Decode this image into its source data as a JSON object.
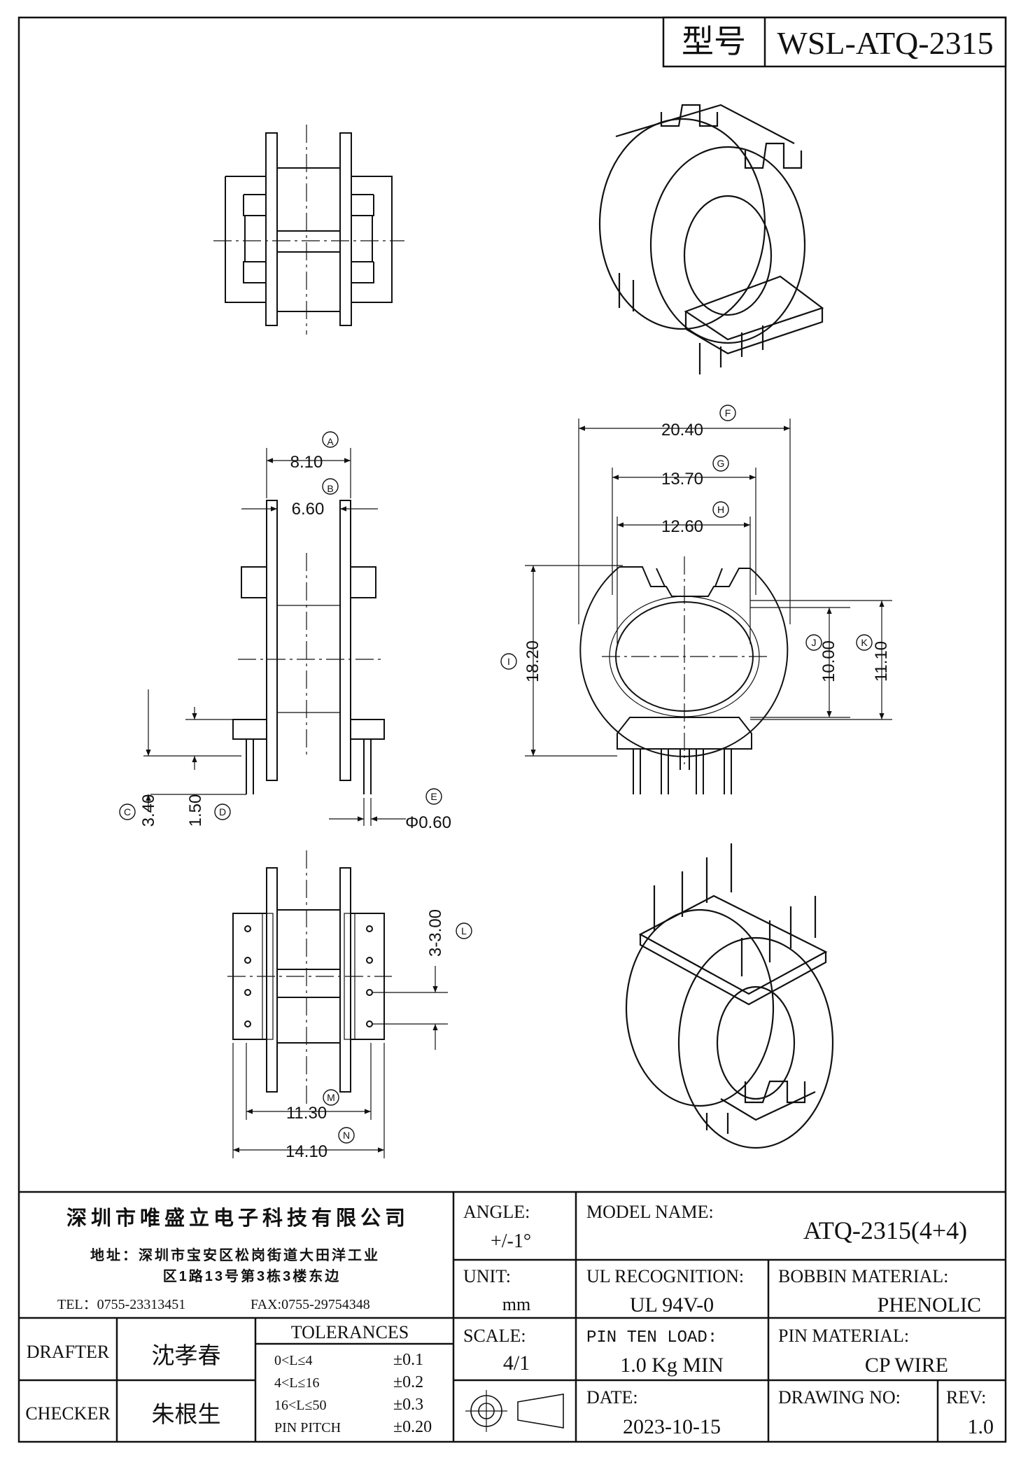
{
  "header": {
    "model_label": "型号",
    "model_value": "WSL-ATQ-2315"
  },
  "dims": {
    "A": {
      "letter": "A",
      "value": "8.10"
    },
    "B": {
      "letter": "B",
      "value": "6.60"
    },
    "C": {
      "letter": "C",
      "value": "3.40"
    },
    "D": {
      "letter": "D",
      "value": "1.50"
    },
    "E": {
      "letter": "E",
      "value": "Φ0.60"
    },
    "F": {
      "letter": "F",
      "value": "20.40"
    },
    "G": {
      "letter": "G",
      "value": "13.70"
    },
    "H": {
      "letter": "H",
      "value": "12.60"
    },
    "I": {
      "letter": "I",
      "value": "18.20"
    },
    "J": {
      "letter": "J",
      "value": "10.00"
    },
    "K": {
      "letter": "K",
      "value": "11.10"
    },
    "L": {
      "letter": "L",
      "value": "3-3.00"
    },
    "M": {
      "letter": "M",
      "value": "11.30"
    },
    "N": {
      "letter": "N",
      "value": "14.10"
    }
  },
  "company": {
    "name": "深圳市唯盛立电子科技有限公司",
    "address_line1": "地址：深圳市宝安区松岗街道大田洋工业",
    "address_line2": "区1路13号第3栋3楼东边",
    "tel": "TEL：0755-23313451",
    "fax": "FAX:0755-29754348"
  },
  "staff": {
    "drafter_label": "DRAFTER",
    "drafter_name": "沈孝春",
    "checker_label": "CHECKER",
    "checker_name": "朱根生"
  },
  "tolerances": {
    "title": "TOLERANCES",
    "rows": [
      {
        "range": "0<L≤4",
        "value": "±0.1"
      },
      {
        "range": "4<L≤16",
        "value": "±0.2"
      },
      {
        "range": "16<L≤50",
        "value": "±0.3"
      },
      {
        "range": "PIN PITCH",
        "value": "±0.20"
      }
    ]
  },
  "specs": {
    "angle_label": "ANGLE:",
    "angle_value": "+/-1°",
    "unit_label": "UNIT:",
    "unit_value": "mm",
    "scale_label": "SCALE:",
    "scale_value": "4/1",
    "model_name_label": "MODEL NAME:",
    "model_name_value": "ATQ-2315(4+4)",
    "ul_label": "UL RECOGNITION:",
    "ul_value": "UL 94V-0",
    "bobbin_label": "BOBBIN MATERIAL:",
    "bobbin_value": "PHENOLIC",
    "pin_load_label": "PIN TEN LOAD:",
    "pin_load_value": "1.0 Kg MIN",
    "pin_material_label": "PIN MATERIAL:",
    "pin_material_value": "CP WIRE",
    "date_label": "DATE:",
    "date_value": "2023-10-15",
    "drawing_no_label": "DRAWING NO:",
    "drawing_no_value": "",
    "rev_label": "REV:",
    "rev_value": "1.0"
  }
}
